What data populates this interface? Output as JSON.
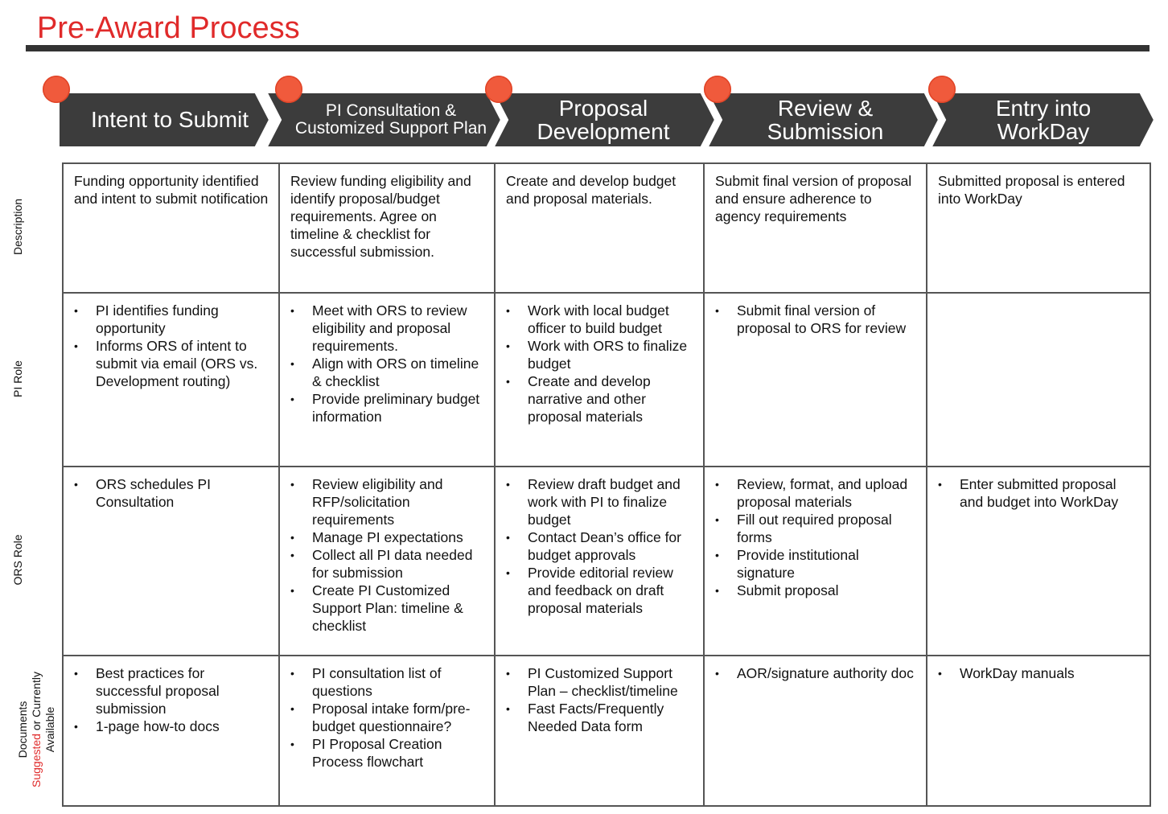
{
  "title": "Pre-Award Process",
  "colors": {
    "accent": "#e02a2a",
    "chevron": "#3c3c3c",
    "dot": "#f05a3c"
  },
  "steps": [
    {
      "label": "Intent to Submit"
    },
    {
      "label": "PI Consultation &\nCustomized Support Plan"
    },
    {
      "label": "Proposal\nDevelopment"
    },
    {
      "label": "Review &\nSubmission"
    },
    {
      "label": "Entry into\nWorkDay"
    }
  ],
  "rows": {
    "description": {
      "label": "Description",
      "cells": [
        "Funding opportunity identified and intent to submit notification",
        "Review funding eligibility and identify proposal/budget requirements. Agree on timeline & checklist for successful submission.",
        "Create and develop budget and proposal materials.",
        "Submit final version of proposal and ensure adherence to agency requirements",
        "Submitted proposal is entered into WorkDay"
      ]
    },
    "pi_role": {
      "label": "PI Role",
      "cells": [
        [
          "PI identifies funding opportunity",
          "Informs ORS of intent to submit via email (ORS vs. Development routing)"
        ],
        [
          "Meet with ORS to review eligibility and proposal requirements.",
          "Align with ORS on timeline & checklist",
          "Provide preliminary budget information"
        ],
        [
          "Work with local budget officer to build budget",
          "Work with ORS to finalize budget",
          "Create and develop narrative and other proposal materials"
        ],
        [
          "Submit final version of proposal to ORS for review"
        ],
        []
      ]
    },
    "ors_role": {
      "label": "ORS Role",
      "cells": [
        [
          "ORS schedules PI Consultation"
        ],
        [
          "Review eligibility and RFP/solicitation requirements",
          "Manage PI expectations",
          "Collect all PI data needed for submission",
          "Create PI Customized Support Plan: timeline & checklist"
        ],
        [
          "Review draft budget and work with PI to finalize budget",
          "Contact Dean’s office for budget approvals",
          "Provide editorial review and feedback on draft proposal materials"
        ],
        [
          "Review, format, and upload proposal materials",
          "Fill out required proposal forms",
          "Provide institutional signature",
          "Submit proposal"
        ],
        [
          "Enter submitted proposal and budget into WorkDay"
        ]
      ]
    },
    "documents": {
      "label_line1": "Documents",
      "label_suggested": "Suggested",
      "label_or": " or Currently",
      "label_line3": "Available",
      "cells": [
        [
          "Best practices for successful proposal submission",
          "1-page how-to docs"
        ],
        [
          "PI consultation list of questions",
          "Proposal intake form/pre-budget questionnaire?",
          "PI Proposal Creation Process flowchart"
        ],
        [
          "PI Customized Support Plan – checklist/timeline",
          "Fast Facts/Frequently Needed Data form"
        ],
        [
          "AOR/signature authority doc"
        ],
        [
          "WorkDay manuals"
        ]
      ]
    }
  }
}
